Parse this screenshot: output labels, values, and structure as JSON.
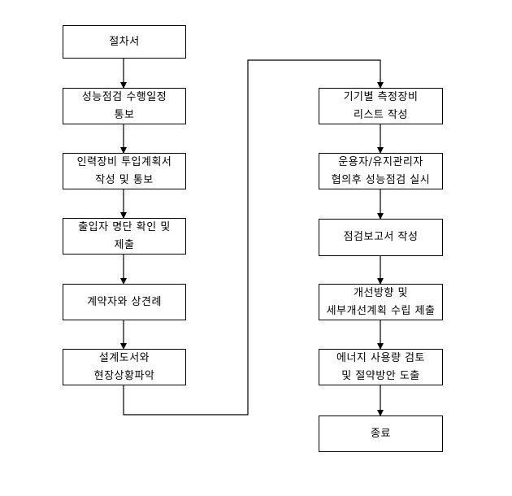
{
  "flowchart": {
    "left_column": [
      "절차서",
      "성능점검 수행일정\n통보",
      "인력장비 투입계획서\n작성 및 통보",
      "출입자 명단 확인 및\n제출",
      "계약자와 상견례",
      "설계도서와\n현장상황파악"
    ],
    "right_column": [
      "기기별 측정장비\n리스트 작성",
      "운용자/유지관리자\n협의후 성능점검 실시",
      "점검보고서 작성",
      "개선방향 및\n세부개선계획 수립 제출",
      "에너지 사용량 검토\n및 절약방안 도출",
      "종료"
    ]
  },
  "colors": {
    "line": "#000000",
    "box_border": "#000000",
    "background": "#ffffff"
  }
}
